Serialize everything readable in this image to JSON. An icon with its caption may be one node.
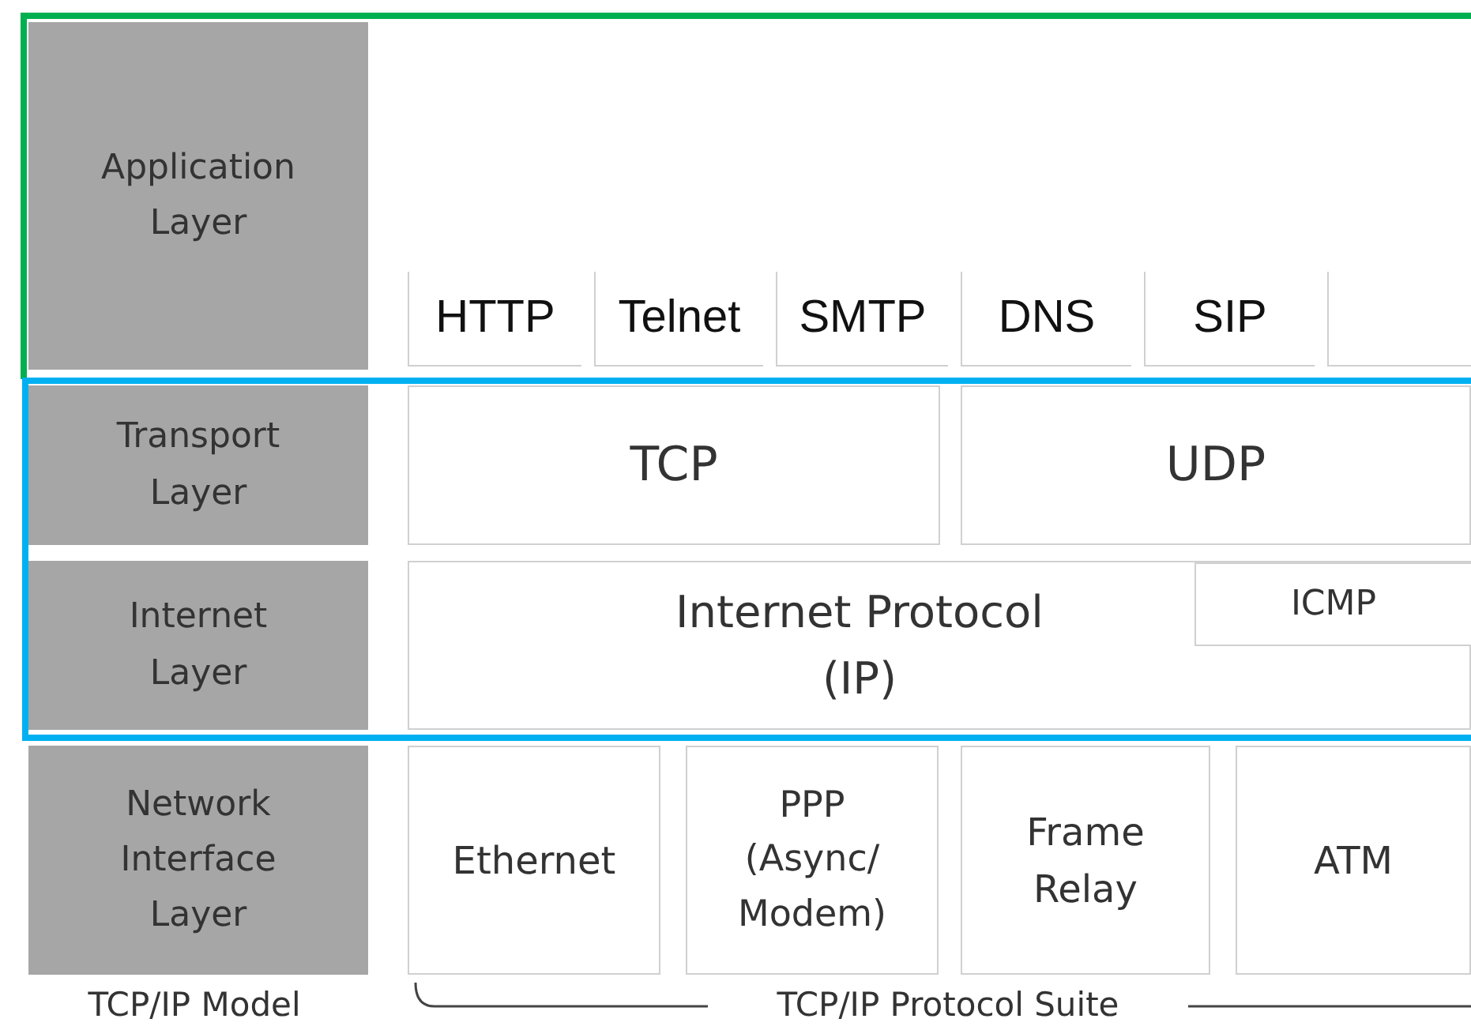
{
  "diagram": {
    "nodes": [
      {
        "text": [
          "Application Layer"
        ]
      },
      {
        "text": [
          "HTTP"
        ]
      },
      {
        "text": [
          "Telnet"
        ]
      },
      {
        "text": [
          "SMTP"
        ]
      },
      {
        "text": [
          "DNS"
        ]
      },
      {
        "text": [
          "SIP"
        ]
      },
      {
        "text": [],
        "shape": "box"
      },
      {
        "text": [
          "Transport Layer"
        ]
      },
      {
        "text": [
          "TCP"
        ]
      },
      {
        "text": [
          "UDP"
        ]
      },
      {
        "text": [
          "Internet Layer"
        ]
      },
      {
        "text": [
          "Internet Protocol (IP)"
        ]
      },
      {
        "text": [
          "ICMP"
        ],
        "in": 11
      },
      {
        "text": [
          "Network Interface Layer"
        ]
      },
      {
        "text": [
          "Ethernet"
        ]
      },
      {
        "text": [
          "PPP (Async/ Modem)"
        ]
      },
      {
        "text": [
          "Frame Relay"
        ]
      },
      {
        "text": [
          "ATM"
        ]
      }
    ],
    "labels": [
      "TCP/IP Model",
      "TCP/IP Protocol Suite"
    ]
  }
}
